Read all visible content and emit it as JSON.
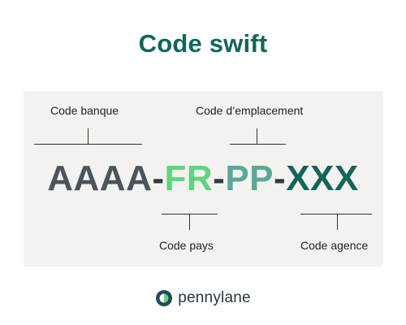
{
  "title": "Code swift",
  "labels": {
    "bank": "Code banque",
    "location": "Code d’emplacement",
    "country": "Code pays",
    "branch": "Code agence"
  },
  "code": {
    "bank": "AAAA",
    "country": "FR",
    "location": "PP",
    "branch": "XXX",
    "separator": "-"
  },
  "colors": {
    "title": "#11665c",
    "bank": "#4a545e",
    "country": "#5fd47f",
    "location": "#58a89b",
    "branch": "#11665c",
    "panel": "#f4f2ee"
  },
  "logo": {
    "text": "pennylane",
    "icon": "pennylane-logo-icon"
  }
}
